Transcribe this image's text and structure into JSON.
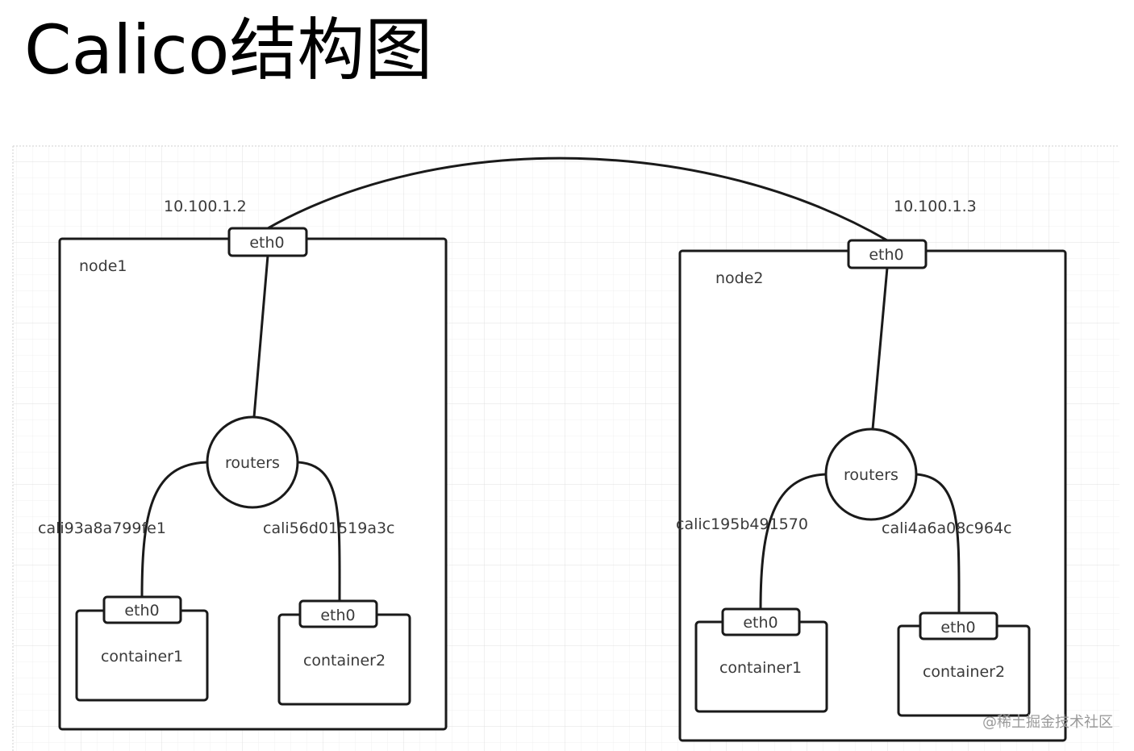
{
  "title": "Calico结构图",
  "watermark": "@稀土掘金技术社区",
  "nodes": [
    {
      "name": "node1",
      "ip": "10.100.1.2",
      "eth_label": "eth0",
      "router_label": "routers",
      "links": [
        {
          "iface": "cali93a8a799fe1",
          "container": "container1",
          "eth_label": "eth0"
        },
        {
          "iface": "cali56d01519a3c",
          "container": "container2",
          "eth_label": "eth0"
        }
      ]
    },
    {
      "name": "node2",
      "ip": "10.100.1.3",
      "eth_label": "eth0",
      "router_label": "routers",
      "links": [
        {
          "iface": "calic195b491570",
          "container": "container1",
          "eth_label": "eth0"
        },
        {
          "iface": "cali4a6a08c964c",
          "container": "container2",
          "eth_label": "eth0"
        }
      ]
    }
  ]
}
